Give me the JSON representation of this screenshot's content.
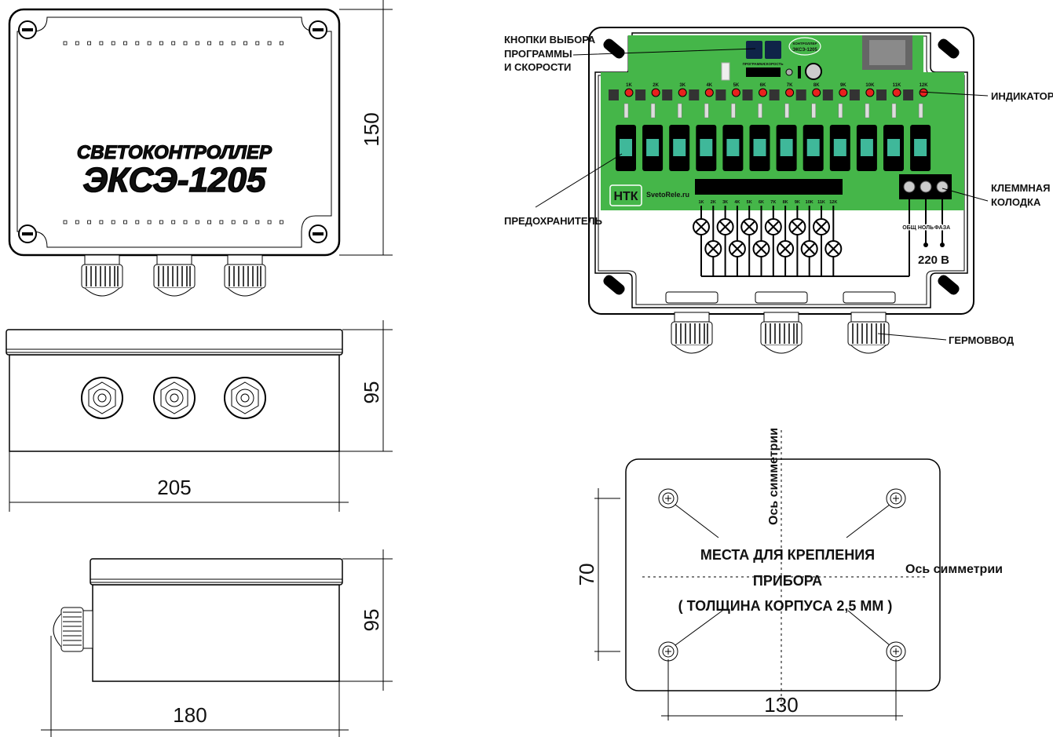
{
  "front_top": {
    "title1": "СВЕТОКОНТРОЛЛЕР",
    "title2": "ЭКСЭ-1205",
    "dim_height": "150"
  },
  "front_side": {
    "dim_height": "95",
    "dim_width": "205"
  },
  "side_view": {
    "dim_height": "95",
    "dim_width": "180"
  },
  "board": {
    "badge_line1": "КОНТРОЛЛЕР",
    "badge_line2": "ЭКСЭ-1205",
    "btn_program": "ПРОГРАММА",
    "btn_speed": "СКОРОСТЬ",
    "logo": "НТК",
    "site": "SvetoRele.ru",
    "channels": [
      "1K",
      "2K",
      "3K",
      "4K",
      "5K",
      "6K",
      "7K",
      "8K",
      "9K",
      "10K",
      "11K",
      "12K"
    ],
    "power_terminals": [
      "ОБЩ",
      "НОЛЬ",
      "ФАЗА"
    ],
    "voltage": "220 В",
    "colors": {
      "pcb": "#45b649",
      "led": "#e8211d",
      "button": "#0f2448",
      "relay_window": "#3fb89a"
    }
  },
  "callouts": {
    "buttons": [
      "КНОПКИ ВЫБОРА",
      "ПРОГРАММЫ",
      "И СКОРОСТИ"
    ],
    "indicators": "ИНДИКАТОРЫ",
    "fuse": "ПРЕДОХРАНИТЕЛЬ",
    "terminal": [
      "КЛЕММНАЯ",
      "КОЛОДКА"
    ],
    "gland": "ГЕРМОВВОД"
  },
  "mounting": {
    "axis_vertical": "Ось симметрии",
    "axis_horizontal": "Ось симметрии",
    "text": [
      "МЕСТА ДЛЯ КРЕПЛЕНИЯ",
      "ПРИБОРА",
      "( ТОЛЩИНА КОРПУСА 2,5 ММ )"
    ],
    "dim_height": "70",
    "dim_width": "130"
  }
}
